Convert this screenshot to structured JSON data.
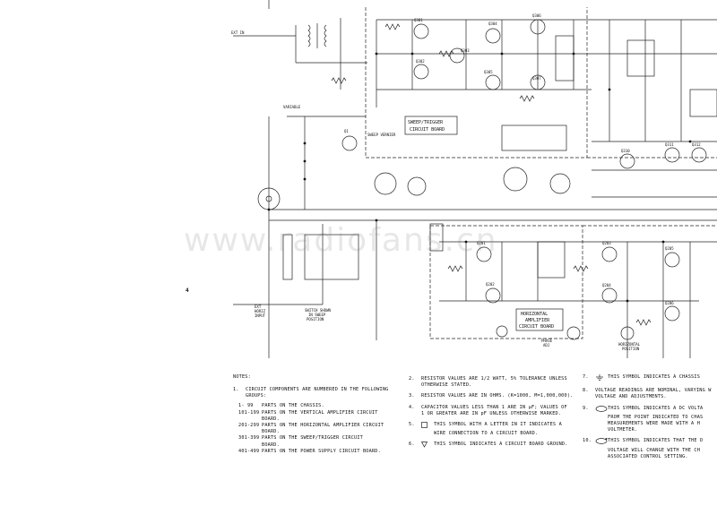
{
  "schematic": {
    "board_labels": {
      "sweep_trigger": [
        "SWEEP/TRIGGER",
        "CIRCUIT BOARD"
      ],
      "horizontal_amp": [
        "HORIZONTAL",
        "AMPLIFIER",
        "CIRCUIT BOARD"
      ]
    },
    "transistors": {
      "q301": "Q301",
      "q302": "Q302",
      "q303": "Q303",
      "q304": "Q304",
      "q305": "Q305",
      "q306": "Q306",
      "q307": "Q307",
      "q310": "Q310",
      "q311": "Q311",
      "q312": "Q312",
      "q201": "Q201",
      "q202": "Q202",
      "q203": "Q203",
      "q204": "Q204",
      "q205": "Q205",
      "q206": "Q206"
    },
    "misc_labels": {
      "ext_in": "EXT IN",
      "ext_horiz_input": [
        "EXT",
        "HORIZ",
        "INPUT"
      ],
      "variable": "VARIABLE",
      "sweep_vernier": "SWEEP VERNIER",
      "phase_adj": [
        "PHASE",
        "ADJ"
      ],
      "horiz_position": [
        "HORIZONTAL",
        "POSITION"
      ],
      "switch_note": [
        "SWITCH SHOWN",
        "IN SWEEP",
        "POSITION"
      ],
      "q1": "Q1"
    },
    "margin_mark": "4"
  },
  "watermark": "www.radiofans.cn",
  "notes": {
    "title": "NOTES:",
    "col1": {
      "n1": "1.",
      "intro": "CIRCUIT COMPONENTS ARE NUMBERED IN THE FOLLOWING",
      "intro2": "GROUPS:",
      "groups": [
        {
          "range": "1-  99",
          "text": "PARTS ON THE CHASSIS."
        },
        {
          "range": "101-199",
          "text": "PARTS ON THE VERTICAL AMPLIFIER CIRCUIT"
        },
        {
          "range": "",
          "text": "BOARD."
        },
        {
          "range": "201-299",
          "text": "PARTS ON THE HORIZONTAL AMPLIFIER CIRCUIT"
        },
        {
          "range": "",
          "text": "BOARD."
        },
        {
          "range": "301-399",
          "text": "PARTS ON THE SWEEP/TRIGGER CIRCUIT"
        },
        {
          "range": "",
          "text": "BOARD."
        },
        {
          "range": "401-499",
          "text": "PARTS ON THE POWER SUPPLY CIRCUIT BOARD."
        }
      ]
    },
    "col2": [
      {
        "n": "2.",
        "lines": [
          "RESISTOR VALUES ARE 1/2 WATT, 5% TOLERANCE UNLESS",
          "OTHERWISE STATED."
        ]
      },
      {
        "n": "3.",
        "lines": [
          "RESISTOR VALUES ARE IN OHMS. (K=1000, M=1,000,000)."
        ]
      },
      {
        "n": "4.",
        "lines": [
          "CAPACITOR VALUES LESS THAN 1 ARE IN µF; VALUES OF",
          "1 OR GREATER ARE IN pF UNLESS OTHERWISE MARKED."
        ]
      },
      {
        "n": "5.",
        "lines": [
          "THIS SYMBOL WITH A LETTER IN IT INDICATES A",
          "WIRE CONNECTION TO A CIRCUIT BOARD."
        ]
      },
      {
        "n": "6.",
        "lines": [
          "THIS SYMBOL INDICATES A CIRCUIT BOARD GROUND."
        ]
      }
    ],
    "col3": [
      {
        "n": "7.",
        "lines": [
          "THIS SYMBOL INDICATES A CHASSIS"
        ]
      },
      {
        "n": "8.",
        "lines": [
          "VOLTAGE READINGS ARE NOMINAL, VARYING W",
          "VOLTAGE AND ADJUSTMENTS."
        ]
      },
      {
        "n": "9.",
        "lines": [
          "THIS SYMBOL INDICATES A DC VOLTA",
          "FROM THE POINT INDICATED TO CHAS",
          "MEASUREMENTS WERE MADE WITH A H",
          "VOLTMETER."
        ]
      },
      {
        "n": "10.",
        "lines": [
          "THIS SYMBOL INDICATES THAT THE D",
          "VOLTAGE WILL CHANGE WITH THE CH",
          "ASSOCIATED CONTROL SETTING."
        ]
      }
    ]
  }
}
